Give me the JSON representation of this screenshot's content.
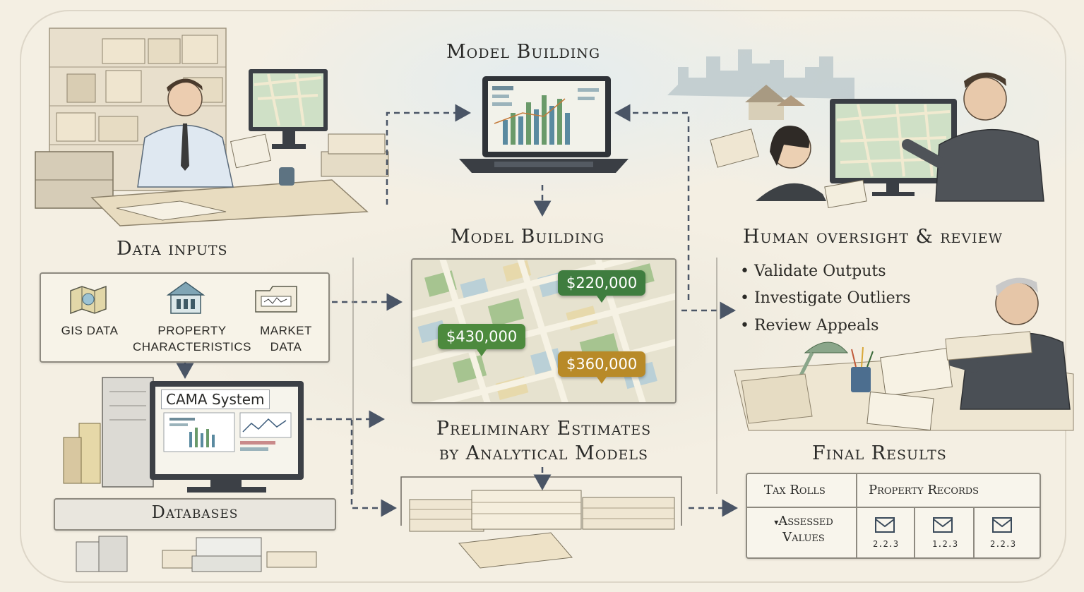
{
  "headings": {
    "model_building_top": "Model Building",
    "model_building_mid": "Model Building",
    "data_inputs": "Data inputs",
    "human_oversight": "Human oversight & review",
    "preliminary_line1": "Preliminary Estimates",
    "preliminary_line2": "by Analytical Models",
    "final_results": "Final Results",
    "databases": "Databases"
  },
  "inputs": {
    "gis": "GIS DATA",
    "property_line1": "PROPERTY",
    "property_line2": "CHARACTERISTICS",
    "market_line1": "MARKET",
    "market_line2": "DATA"
  },
  "cama": {
    "label": "CAMA System"
  },
  "prices": [
    {
      "value": "$220,000",
      "color": "#3f7d3f"
    },
    {
      "value": "$430,000",
      "color": "#4d8a3e"
    },
    {
      "value": "$360,000",
      "color": "#b88a28"
    }
  ],
  "review_bullets": [
    "Validate Outputs",
    "Investigate Outliers",
    "Review Appeals"
  ],
  "final_table": {
    "col1_header": "Tax Rolls",
    "col2_header": "Property Records",
    "row_label_line1": "Assessed",
    "row_label_line2": "Values",
    "cells": [
      "2.2.3",
      "1.2.3",
      "2.2.3"
    ]
  },
  "colors": {
    "arrow": "#4a5566",
    "panel_border": "#8e8a80",
    "map_green": "#9cbf86",
    "map_blue": "#b6cfd8"
  },
  "icons": {
    "gis": "gis-map-icon",
    "property": "property-house-icon",
    "market": "market-folder-icon",
    "check": "check-envelope-icon"
  }
}
